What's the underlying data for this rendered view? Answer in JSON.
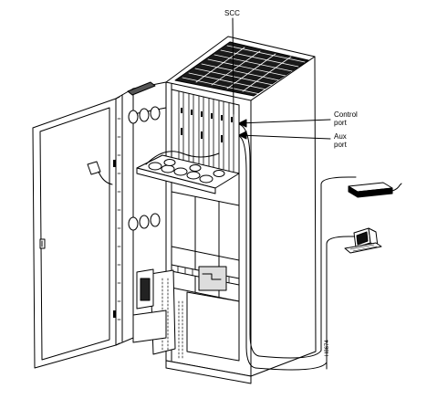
{
  "labels": {
    "scc": "SCC",
    "control_port": [
      "Control",
      "port"
    ],
    "aux_port": [
      "Aux",
      "port"
    ],
    "figure_code": "H8674"
  }
}
